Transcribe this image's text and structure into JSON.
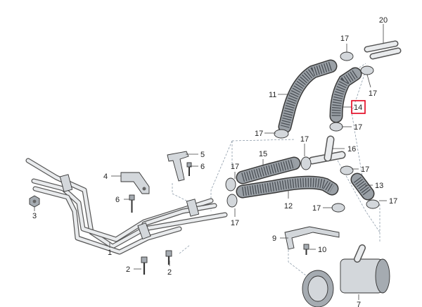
{
  "diagram": {
    "callouts": {
      "c1": "1",
      "c2a": "2",
      "c2b": "2",
      "c3": "3",
      "c4": "4",
      "c5": "5",
      "c6a": "6",
      "c6b": "6",
      "c7": "7",
      "c9": "9",
      "c10": "10",
      "c11": "11",
      "c12": "12",
      "c13": "13",
      "c14": "14",
      "c15": "15",
      "c16": "16",
      "c17a": "17",
      "c17b": "17",
      "c17c": "17",
      "c17d": "17",
      "c17e": "17",
      "c17f": "17",
      "c17g": "17",
      "c17h": "17",
      "c17i": "17",
      "c17j": "17",
      "c20": "20"
    },
    "highlighted_part": "14",
    "colors": {
      "highlight": "#e3001b",
      "hose": "#3a3a3a",
      "pipe": "#555555",
      "leader": "#444444"
    }
  }
}
